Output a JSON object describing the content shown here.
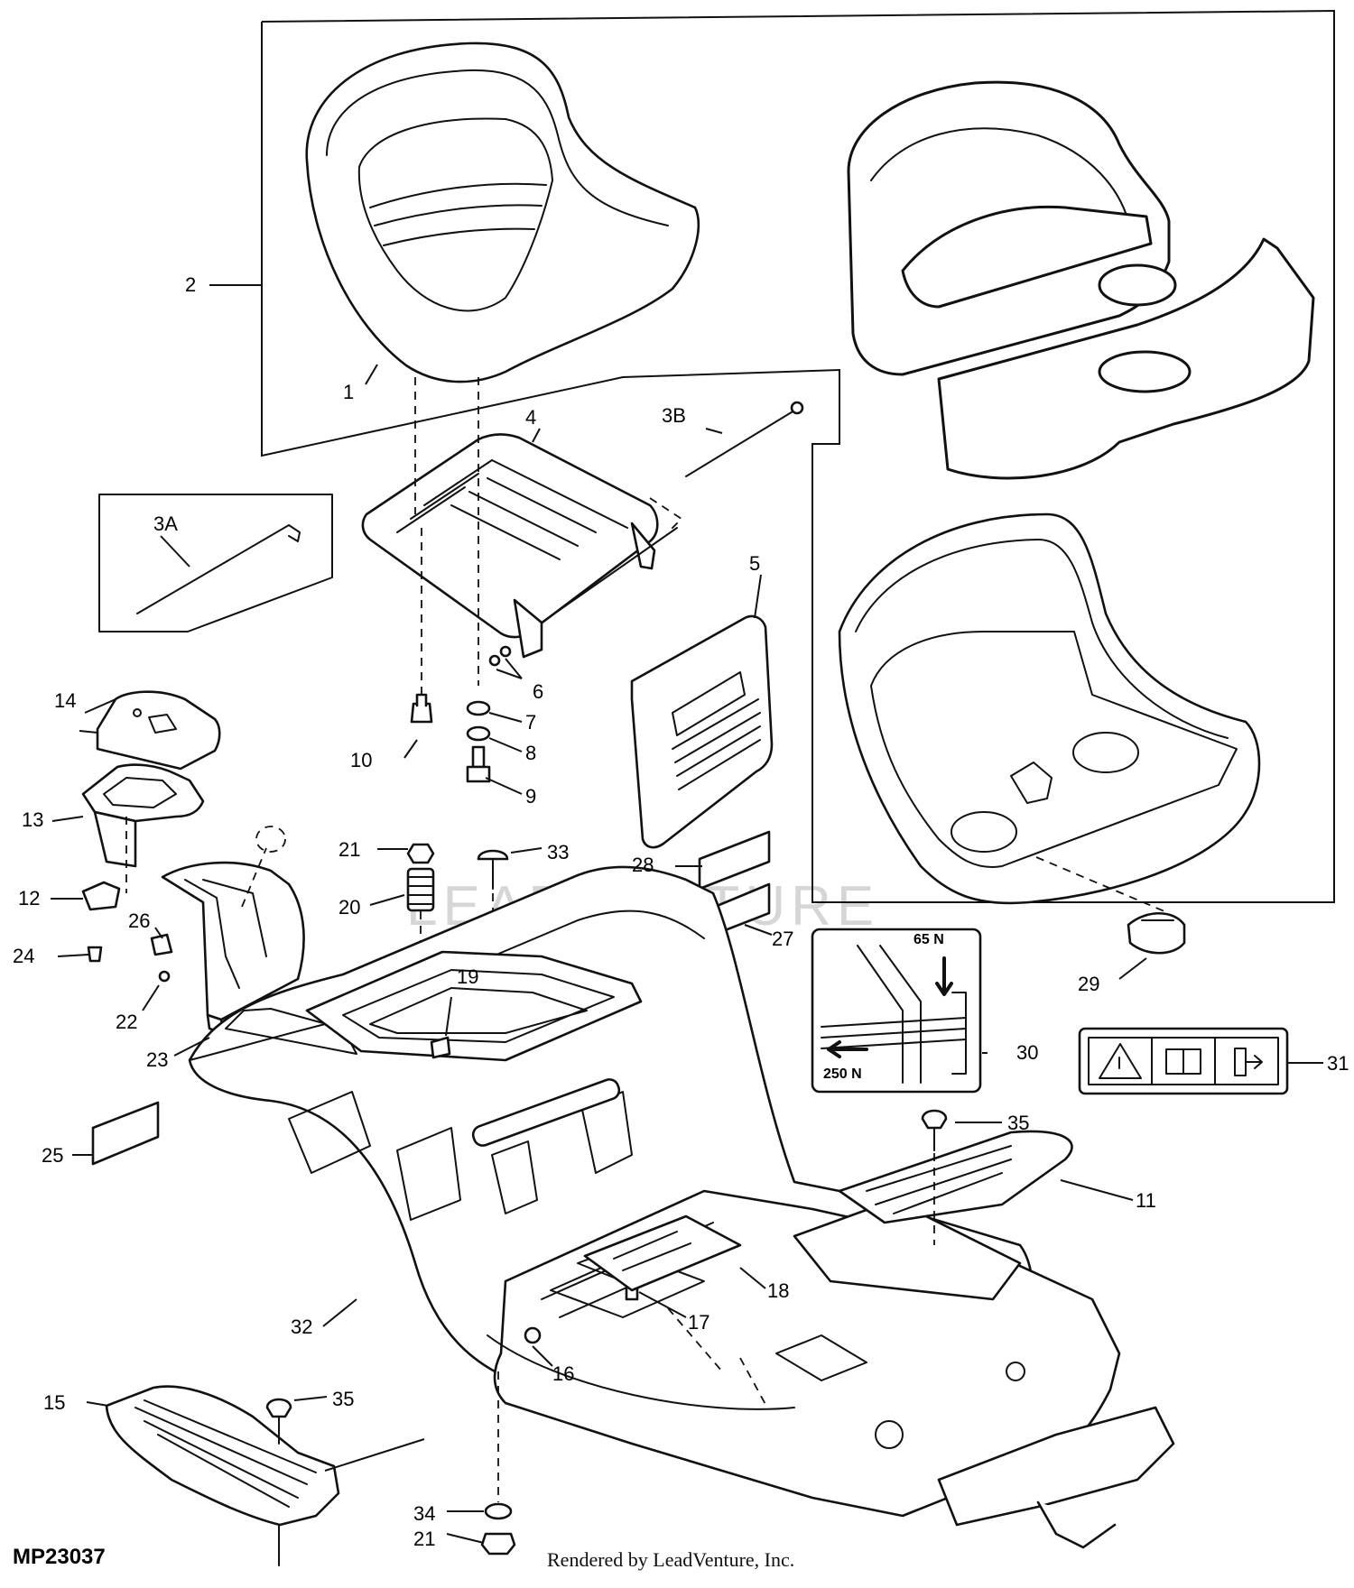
{
  "diagram": {
    "code": "MP23037",
    "credit": "Rendered by LeadVenture, Inc.",
    "watermark": "LEADVENTURE",
    "callouts": {
      "c1": "1",
      "c2": "2",
      "c3a": "3A",
      "c3b": "3B",
      "c4": "4",
      "c5": "5",
      "c6": "6",
      "c7": "7",
      "c8": "8",
      "c9": "9",
      "c10": "10",
      "c11": "11",
      "c12": "12",
      "c13": "13",
      "c14": "14",
      "c15": "15",
      "c16": "16",
      "c17": "17",
      "c18": "18",
      "c19": "19",
      "c20": "20",
      "c21a": "21",
      "c21b": "21",
      "c22": "22",
      "c23": "23",
      "c24": "24",
      "c25": "25",
      "c26": "26",
      "c27": "27",
      "c28": "28",
      "c29": "29",
      "c30": "30",
      "c31": "31",
      "c32": "32",
      "c33": "33",
      "c34": "34",
      "c35a": "35",
      "c35b": "35"
    },
    "decal30": {
      "force_top": "65 N",
      "force_bottom": "250 N"
    },
    "icon_names": [
      "warning-triangle-icon",
      "manual-book-icon",
      "exit-arrow-icon"
    ]
  }
}
